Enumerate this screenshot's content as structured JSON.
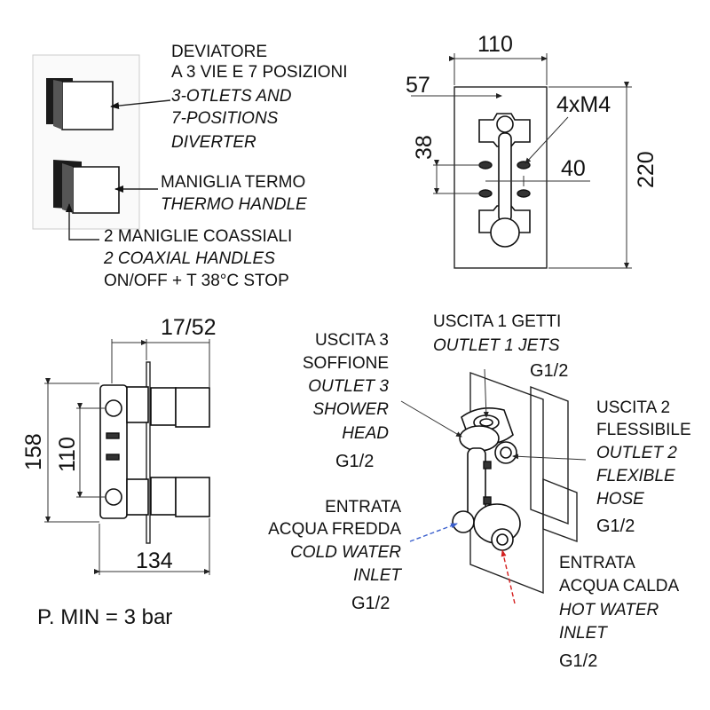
{
  "top_left": {
    "diverter_it_1": "DEVIATORE",
    "diverter_it_2": "A 3 VIE E 7 POSIZIONI",
    "diverter_en_1": "3-OTLETS AND",
    "diverter_en_2": "7-POSITIONS",
    "diverter_en_3": "DIVERTER",
    "thermo_it": "MANIGLIA TERMO",
    "thermo_en": "THERMO HANDLE",
    "coax_it": "2 MANIGLIE COASSIALI",
    "coax_en": "2 COAXIAL HANDLES",
    "coax_note": "ON/OFF + T 38°C STOP"
  },
  "front_view": {
    "width": "110",
    "offset": "57",
    "screws": "4xM4",
    "spacing_v": "38",
    "spacing_h": "40",
    "height": "220"
  },
  "side_view": {
    "depth": "17/52",
    "height_total": "158",
    "height_inner": "110",
    "length": "134"
  },
  "pressure": "P. MIN = 3 bar",
  "iso_view": {
    "out1_it": "USCITA 1 GETTI",
    "out1_en": "OUTLET 1 JETS",
    "out1_size": "G1/2",
    "out3_it_1": "USCITA 3",
    "out3_it_2": "SOFFIONE",
    "out3_en_1": "OUTLET 3",
    "out3_en_2": "SHOWER",
    "out3_en_3": "HEAD",
    "out3_size": "G1/2",
    "out2_it_1": "USCITA 2",
    "out2_it_2": "FLESSIBILE",
    "out2_en_1": "OUTLET 2",
    "out2_en_2": "FLEXIBLE",
    "out2_en_3": "HOSE",
    "out2_size": "G1/2",
    "cold_it_1": "ENTRATA",
    "cold_it_2": "ACQUA FREDDA",
    "cold_en_1": "COLD WATER",
    "cold_en_2": "INLET",
    "cold_size": "G1/2",
    "hot_it_1": "ENTRATA",
    "hot_it_2": "ACQUA CALDA",
    "hot_en_1": "HOT WATER",
    "hot_en_2": "INLET",
    "hot_size": "G1/2"
  },
  "colors": {
    "cold_arrow": "#3a5fcd",
    "hot_arrow": "#d42020"
  }
}
